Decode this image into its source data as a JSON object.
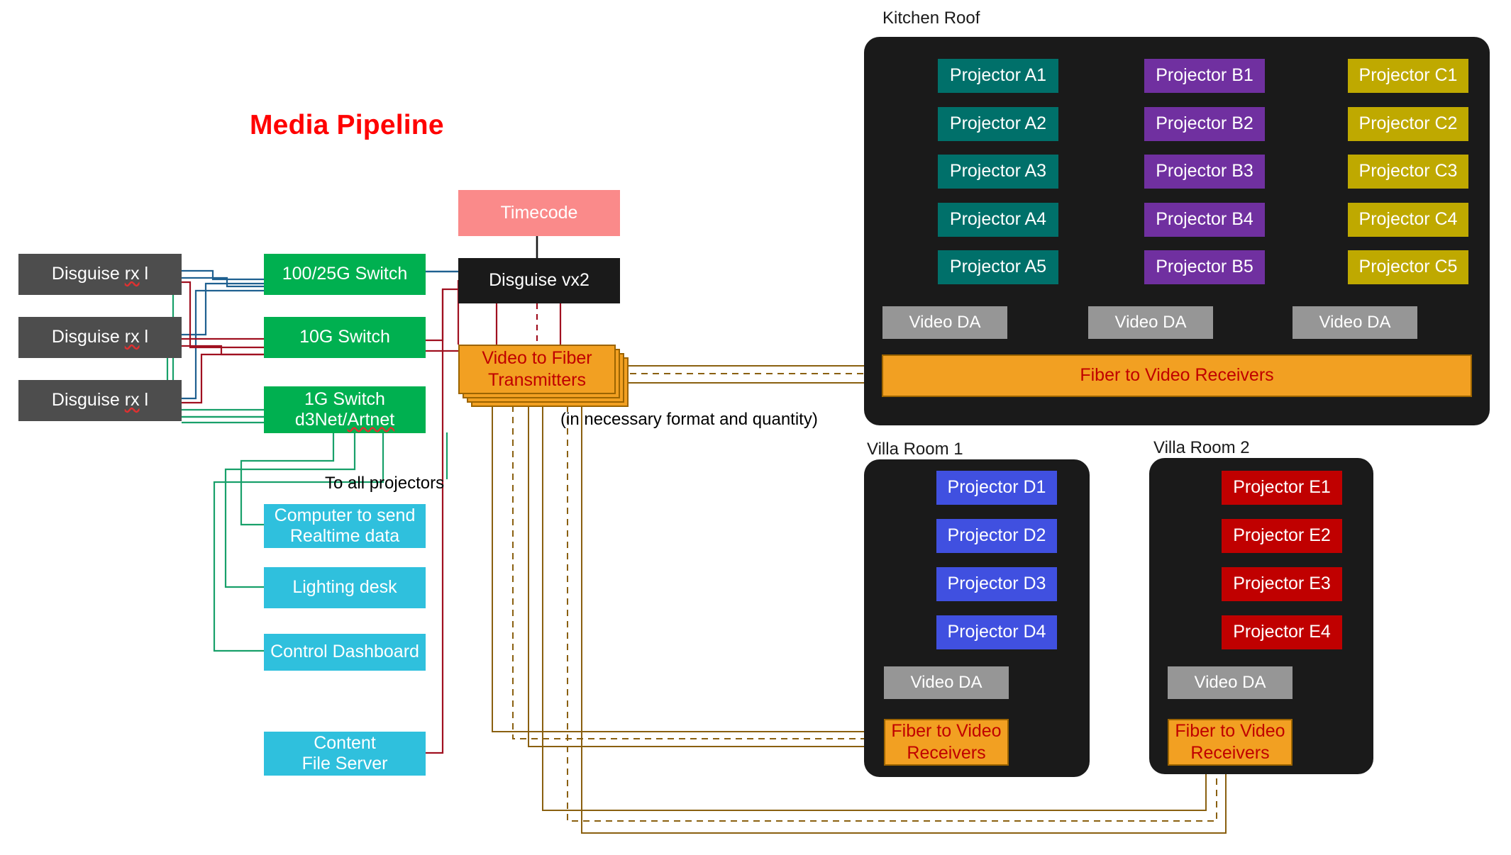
{
  "title": "Media Pipeline",
  "sources": [
    {
      "label": "Disguise rx l",
      "misspelled": "rx"
    },
    {
      "label": "Disguise rx l",
      "misspelled": "rx"
    },
    {
      "label": "Disguise rx l",
      "misspelled": "rx"
    }
  ],
  "switches": [
    {
      "label": "100/25G Switch"
    },
    {
      "label": "10G Switch"
    },
    {
      "label": "1G Switch\nd3Net/Artnet",
      "line1": "1G Switch",
      "line2a": "d3Net/",
      "line2b": "Artnet"
    }
  ],
  "control_boxes": [
    {
      "line1": "Computer to send",
      "line2": "Realtime data"
    },
    {
      "line1": "Lighting desk",
      "line2": ""
    },
    {
      "line1": "Control Dashboard",
      "line2": ""
    },
    {
      "line1": "Content",
      "line2": "File Server"
    }
  ],
  "timecode": {
    "label": "Timecode"
  },
  "server": {
    "label": "Disguise vx2"
  },
  "fiber_tx": {
    "line1": "Video to Fiber",
    "line2": "Transmitters"
  },
  "notes": {
    "to_all_projectors": "To all projectors",
    "format_quantity": "(in necessary format and quantity)"
  },
  "video_da_label": "Video DA",
  "fiber_rx_label": "Fiber to Video Receivers",
  "fiber_rx_label_line1": "Fiber to Video",
  "fiber_rx_label_line2": "Receivers",
  "rooms": [
    {
      "name": "Kitchen Roof",
      "columns": [
        {
          "group": "A",
          "color": "#00706a",
          "projectors": [
            "Projector A1",
            "Projector A2",
            "Projector A3",
            "Projector A4",
            "Projector A5"
          ],
          "da": "Video DA"
        },
        {
          "group": "B",
          "color": "#7030a0",
          "projectors": [
            "Projector B1",
            "Projector B2",
            "Projector B3",
            "Projector B4",
            "Projector B5"
          ],
          "da": "Video DA"
        },
        {
          "group": "C",
          "color": "#bfa900",
          "projectors": [
            "Projector C1",
            "Projector C2",
            "Projector C3",
            "Projector C4",
            "Projector C5"
          ],
          "da": "Video DA"
        }
      ],
      "receiver": "Fiber to Video Receivers"
    },
    {
      "name": "Villa Room 1",
      "columns": [
        {
          "group": "D",
          "color": "#4050e0",
          "projectors": [
            "Projector D1",
            "Projector D2",
            "Projector D3",
            "Projector D4"
          ],
          "da": "Video DA"
        }
      ],
      "receiver_line1": "Fiber to Video",
      "receiver_line2": "Receivers"
    },
    {
      "name": "Villa Room 2",
      "columns": [
        {
          "group": "E",
          "color": "#c00000",
          "projectors": [
            "Projector E1",
            "Projector E2",
            "Projector E3",
            "Projector E4"
          ],
          "da": "Video DA"
        }
      ],
      "receiver_line1": "Fiber to Video",
      "receiver_line2": "Receivers"
    }
  ],
  "colors": {
    "title_red": "#ff0000",
    "source_grey": "#4d4d4d",
    "switch_green": "#00b050",
    "control_cyan": "#2fc0dd",
    "timecode_pink": "#fa8a8a",
    "server_black": "#1a1a1a",
    "da_grey": "#969696",
    "fiber_orange": "#f2a022",
    "fiber_text_red": "#c00000",
    "wire_red": "#a01020",
    "wire_blue": "#1f6090",
    "wire_green": "#18a06a",
    "wire_fiber": "#8a6010"
  }
}
